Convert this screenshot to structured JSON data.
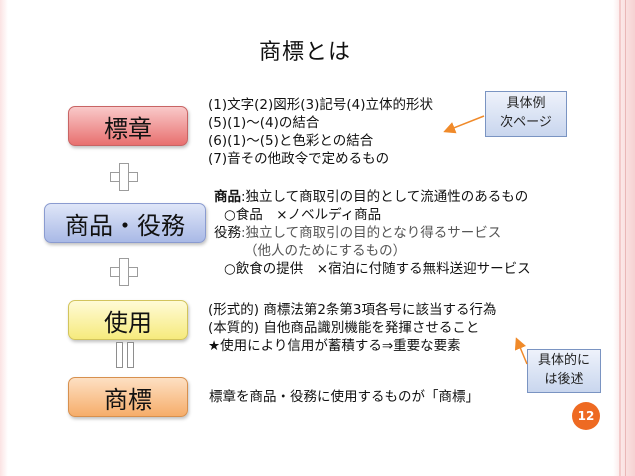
{
  "title": "商標とは",
  "concepts": {
    "hyosho": "標章",
    "shohin_ekimu": "商品・役務",
    "shiyo": "使用",
    "shohyo": "商標"
  },
  "hyosho_items": [
    "(1)文字(2)図形(3)記号(4)立体的形状",
    "(5)(1)～(4)の結合",
    "(6)(1)～(5)と色彩との結合",
    "(7)音その他政令で定めるもの"
  ],
  "shohin_block": {
    "shohin_label": "商品",
    "shohin_def": ":独立して商取引の目的として流通性のあるもの",
    "shohin_examples": "○食品　×ノベルディ商品",
    "ekimu_label": "役務",
    "ekimu_def": ":独立して商取引の目的となり得るサービス",
    "ekimu_note": "（他人のためにするもの）",
    "ekimu_examples": "○飲食の提供　×宿泊に付随する無料送迎サービス"
  },
  "shiyo_items": [
    "(形式的) 商標法第2条第3項各号に該当する行為",
    "(本質的) 自他商品識別機能を発揮させること",
    "★使用により信用が蓄積する⇒重要な要素"
  ],
  "shohyo_text": "標章を商品・役務に使用するものが「商標」",
  "callouts": {
    "examples_line1": "具体例",
    "examples_line2": "次ページ",
    "later_line1": "具体的に",
    "later_line2": "は後述"
  },
  "page_number": "12",
  "icons": {
    "plus": "plus-icon",
    "equals": "equals-icon",
    "arrow": "arrow-icon"
  }
}
